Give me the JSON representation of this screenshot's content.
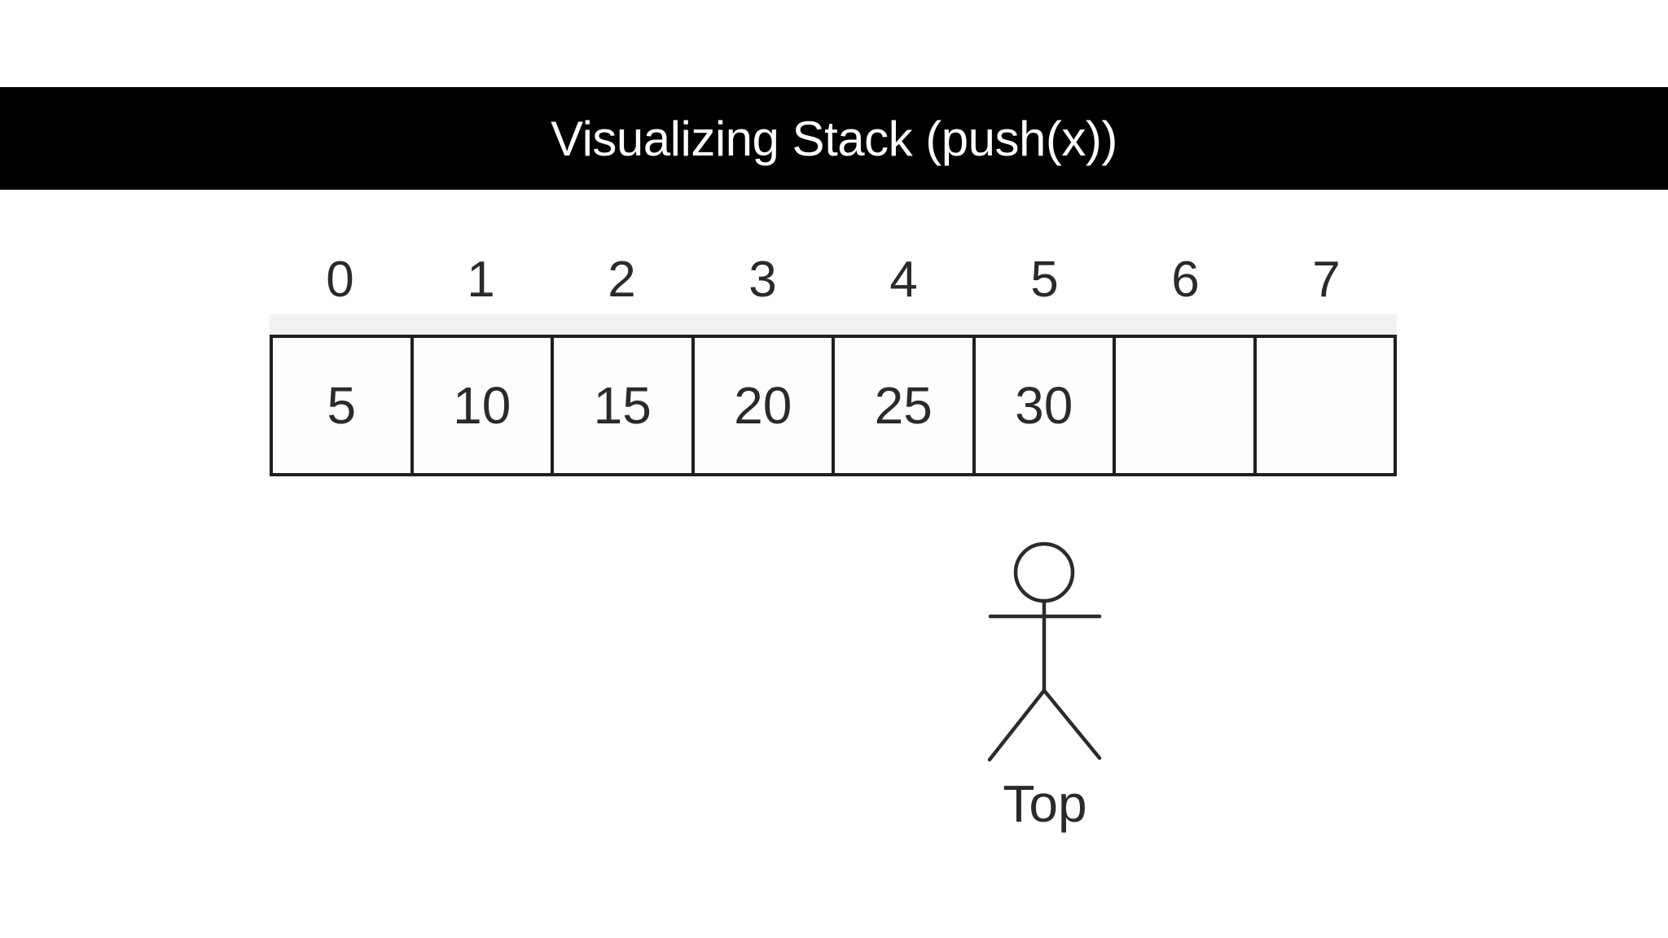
{
  "header": {
    "title": "Visualizing Stack (push(x))"
  },
  "array": {
    "indices": [
      "0",
      "1",
      "2",
      "3",
      "4",
      "5",
      "6",
      "7"
    ],
    "cells": [
      "5",
      "10",
      "15",
      "20",
      "25",
      "30",
      "",
      ""
    ]
  },
  "pointer": {
    "label": "Top",
    "points_to_index": 5,
    "icon": "stick-figure-icon"
  },
  "colors": {
    "banner_bg": "#000000",
    "banner_text": "#ffffff",
    "border": "#1f1f1f",
    "text": "#222222",
    "figure_stroke": "#2b2b2b",
    "band": "#f2f2f2",
    "page_bg": "#ffffff"
  }
}
